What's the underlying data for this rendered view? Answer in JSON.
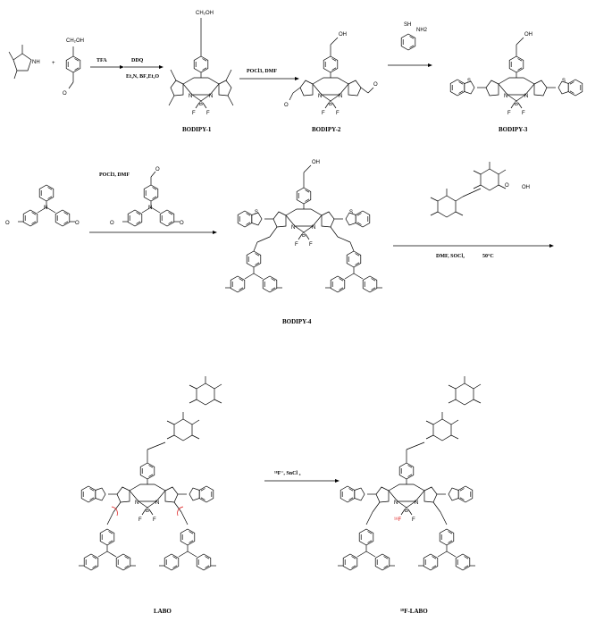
{
  "steps": {
    "s1_reagent_top": "TFA",
    "s1b_reagent_top": "DDQ",
    "s1b_reagent_bottom": "Et₃N, BF₃Et₂O",
    "s2_reagent_top": "POCl3, DMF",
    "s4_reagent_top": "POCl3, DMF",
    "s5_reagent_bottom": "DMF, SOCl₂",
    "s5_temp": "50°C",
    "s6_reagent_top": "¹⁸F⁻,  SnCl ₄"
  },
  "compounds": {
    "bodipy1": "BODIPY-1",
    "bodipy2": "BODIPY-2",
    "bodipy3": "BODIPY-3",
    "bodipy4": "BODIPY-4",
    "labo": "LABO",
    "flabo": "¹⁸F-LABO"
  },
  "atoms": {
    "ch2oh": "CH₂OH",
    "oh": "OH",
    "o": "O",
    "n": "N",
    "nh": "NH",
    "nh2": "NH2",
    "sh": "SH",
    "s": "S",
    "b": "B",
    "f": "F",
    "plus": "+",
    "minus": "−",
    "f18": "¹⁸F",
    "plus_sign": "+"
  }
}
